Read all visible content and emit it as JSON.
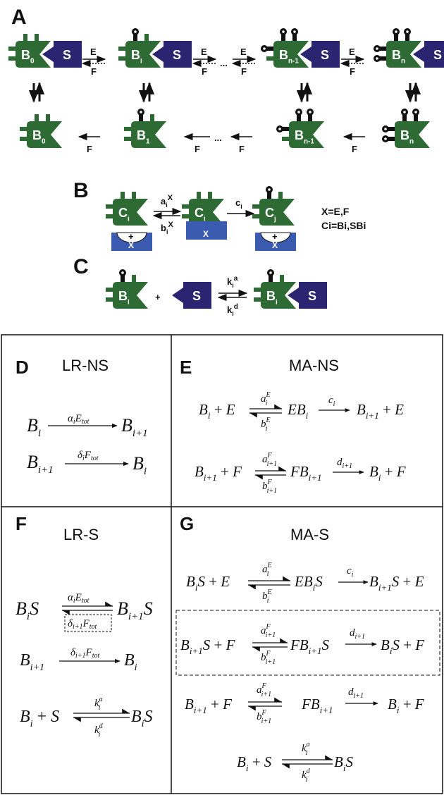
{
  "colors": {
    "protein_green": "#2e6b34",
    "substrate_navy": "#2b2470",
    "enzyme_blue": "#3b5bb0",
    "phospho_dark": "#111111",
    "line": "#111111"
  },
  "panels": {
    "A": {
      "letter": "A",
      "top_row": [
        "B0",
        "Bi",
        "Bn-1",
        "Bn"
      ],
      "bottom_row": [
        "B0",
        "B1",
        "Bn-1",
        "Bn"
      ],
      "substrate_label": "S",
      "forward_label": "E",
      "backward_label": "F",
      "ellipsis": "..."
    },
    "B": {
      "letter": "B",
      "species_left": "Ci",
      "species_mid": "Ci",
      "species_right": "Cj",
      "rate_on": "ai",
      "rate_on_sup": "X",
      "rate_off": "bi",
      "rate_off_sup": "X",
      "rate_cat": "ci",
      "enzyme_label": "X",
      "plus_sign": "+",
      "legend_line1": "X=E,F",
      "legend_line2": "Ci=Bi,SBi"
    },
    "C": {
      "letter": "C",
      "species_left": "Bi",
      "substrate": "S",
      "plus_sign": "+",
      "rate_on": "ki",
      "rate_on_sup": "a",
      "rate_off": "ki",
      "rate_off_sup": "d"
    },
    "D": {
      "letter": "D",
      "title": "LR-NS"
    },
    "E": {
      "letter": "E",
      "title": "MA-NS"
    },
    "F": {
      "letter": "F",
      "title": "LR-S"
    },
    "G": {
      "letter": "G",
      "title": "MA-S"
    }
  }
}
